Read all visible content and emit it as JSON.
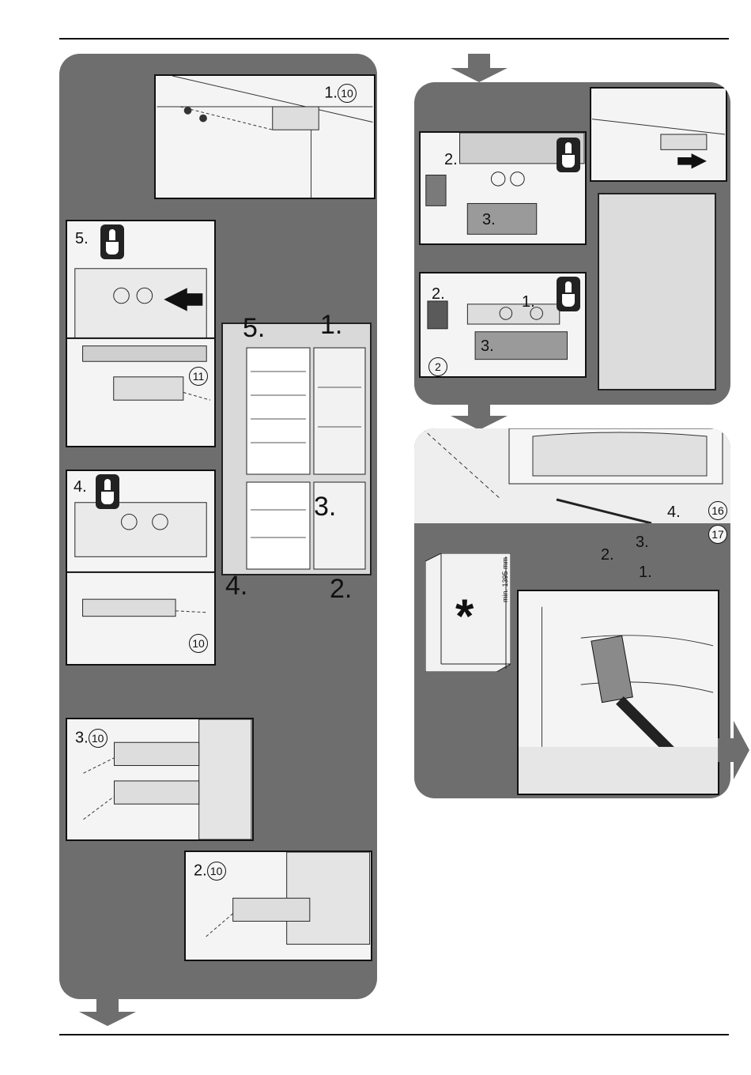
{
  "steps": {
    "left_top": "1.",
    "left_top_ref": "10",
    "left_5": "5.",
    "left_11": "11",
    "left_4": "4.",
    "left_10b": "10",
    "left_3": "3.",
    "left_3_ref": "10",
    "left_2": "2.",
    "left_2_ref": "10",
    "fridge_5": "5.",
    "fridge_1": "1.",
    "fridge_3": "3.",
    "fridge_4": "4.",
    "fridge_2": "2.",
    "right_2a": "2.",
    "right_3a": "3.",
    "right_2b": "2.",
    "right_1b": "1.",
    "right_3b": "3.",
    "right_ref2": "2",
    "bottom_4": "4.",
    "bottom_3": "3.",
    "bottom_2": "2.",
    "bottom_1": "1.",
    "bottom_16": "16",
    "bottom_17": "17",
    "min_dim": "min. 1395 mm",
    "asterisk": "*"
  },
  "icons": {
    "tool": "screwdriver-icon",
    "trash": "trash-bin-icon",
    "arrow": "arrow-down-icon",
    "next": "arrow-right-icon"
  },
  "colors": {
    "panel": "#6e6e6e",
    "box": "#f4f4f4",
    "ink": "#111111"
  }
}
